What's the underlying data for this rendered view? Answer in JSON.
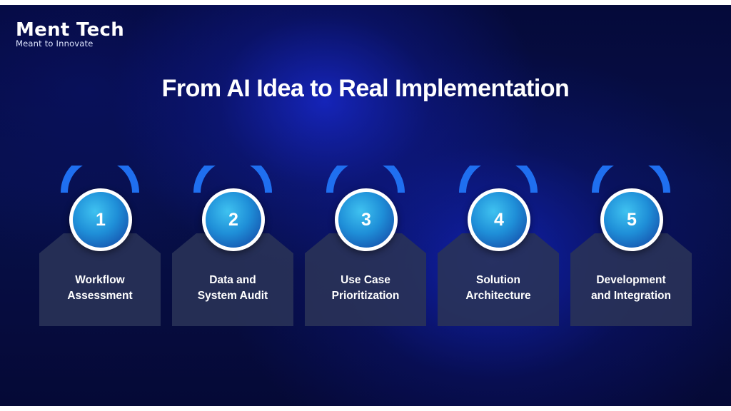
{
  "brand": {
    "name": "Ment Tech",
    "tagline": "Meant to Innovate"
  },
  "title": "From AI Idea to Real Implementation",
  "colors": {
    "background": "#060c44",
    "accent_arc": "#1f6ff0",
    "card": "#2a3358"
  },
  "steps": [
    {
      "number": "1",
      "line1": "Workflow",
      "line2": "Assessment"
    },
    {
      "number": "2",
      "line1": "Data and",
      "line2": "System Audit"
    },
    {
      "number": "3",
      "line1": "Use Case",
      "line2": "Prioritization"
    },
    {
      "number": "4",
      "line1": "Solution",
      "line2": "Architecture"
    },
    {
      "number": "5",
      "line1": "Development",
      "line2": "and Integration"
    }
  ]
}
